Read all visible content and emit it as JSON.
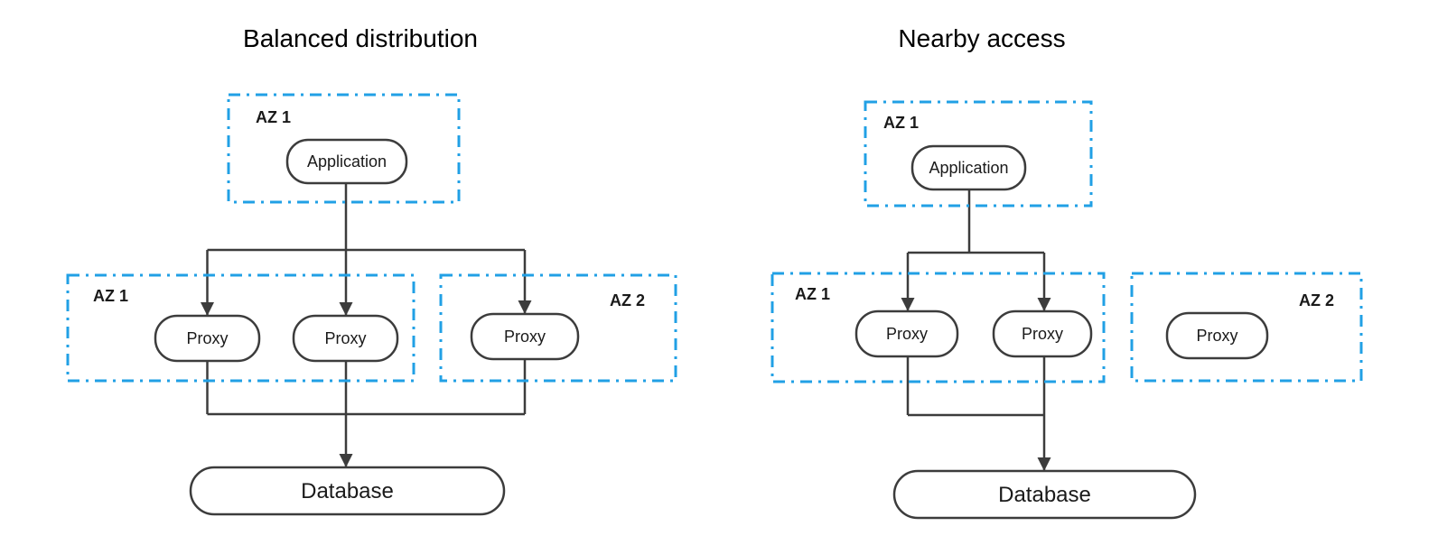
{
  "colors": {
    "zone_border": "#21A0E5",
    "shape_border": "#3C3C3C",
    "connector": "#3C3C3C",
    "text": "#000000"
  },
  "left": {
    "title": "Balanced distribution",
    "top_zone": {
      "label": "AZ 1"
    },
    "application": {
      "label": "Application"
    },
    "zone_a": {
      "label": "AZ 1"
    },
    "zone_b": {
      "label": "AZ 2"
    },
    "proxy1": {
      "label": "Proxy"
    },
    "proxy2": {
      "label": "Proxy"
    },
    "proxy3": {
      "label": "Proxy"
    },
    "database": {
      "label": "Database"
    }
  },
  "right": {
    "title": "Nearby access",
    "top_zone": {
      "label": "AZ 1"
    },
    "application": {
      "label": "Application"
    },
    "zone_a": {
      "label": "AZ 1"
    },
    "zone_b": {
      "label": "AZ 2"
    },
    "proxy1": {
      "label": "Proxy"
    },
    "proxy2": {
      "label": "Proxy"
    },
    "proxy3": {
      "label": "Proxy"
    },
    "database": {
      "label": "Database"
    }
  }
}
